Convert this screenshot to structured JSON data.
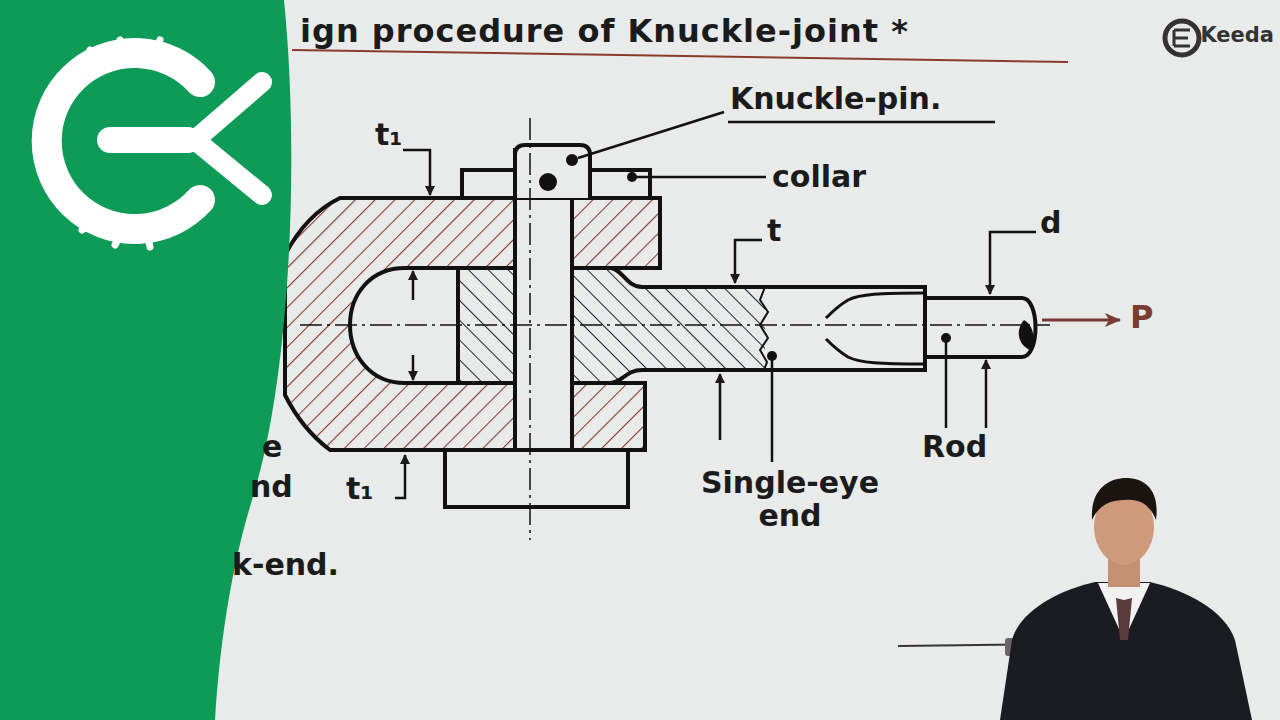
{
  "diagram": {
    "title": "ign procedure of Knuckle-joint *",
    "labels": [
      "Knuckle-pin.",
      "t₁",
      "collar",
      "t",
      "d",
      "P",
      "e",
      "nd",
      "t₁",
      "Rod",
      "Single-eye end",
      "k-end.",
      "Keeda"
    ]
  }
}
